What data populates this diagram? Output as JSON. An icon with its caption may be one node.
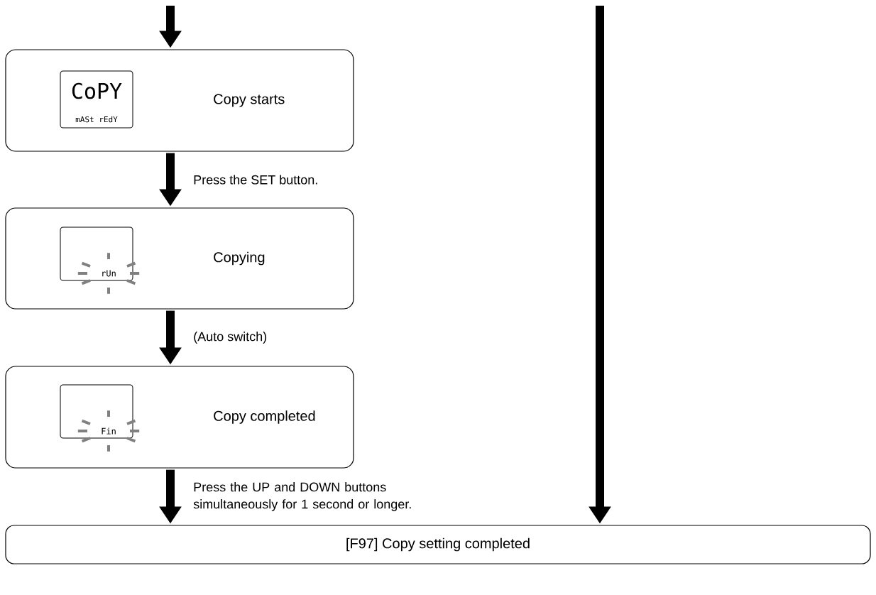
{
  "diagram": {
    "nodes": [
      {
        "text": [
          "Copy starts"
        ]
      },
      {
        "text": [
          "Copying"
        ]
      },
      {
        "text": [
          "Copy completed"
        ]
      },
      {
        "text": [
          "[F97] Copy setting completed"
        ]
      }
    ],
    "edges": [
      {
        "from": null,
        "to": 0,
        "arrow": "to"
      },
      {
        "from": 0,
        "to": 1,
        "arrow": "to",
        "label": "Press the SET button."
      },
      {
        "from": 1,
        "to": 2,
        "arrow": "to",
        "label": "(Auto switch)"
      },
      {
        "from": 2,
        "to": 3,
        "arrow": "to",
        "label": "Press the UP and DOWN buttons simultaneously for 1 second or longer."
      },
      {
        "from": null,
        "to": 3,
        "arrow": "to"
      }
    ],
    "labels": [
      "CoPY",
      "mASt rEdY",
      "rUn",
      "Fin"
    ]
  }
}
